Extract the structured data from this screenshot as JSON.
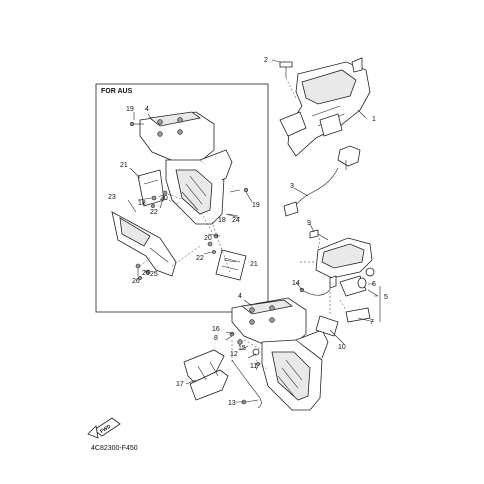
{
  "inset": {
    "title": "FOR AUS"
  },
  "diagram_code": "4C82300-F450",
  "fwd_label": "FWD",
  "callouts": {
    "c1": "1",
    "c2": "2",
    "c3": "3",
    "c4a": "4",
    "c4b": "4",
    "c5": "5",
    "c6": "6",
    "c7": "7",
    "c8": "8",
    "c9": "9",
    "c10": "10",
    "c11": "11",
    "c12": "12",
    "c13": "13",
    "c14": "14",
    "c15": "15",
    "c16": "16",
    "c17": "17",
    "c18": "18",
    "c18b": "18",
    "c19a": "19",
    "c19b": "19",
    "c20a": "20",
    "c20b": "20",
    "c21a": "21",
    "c21b": "21",
    "c22a": "22",
    "c22b": "22",
    "c23": "23",
    "c24": "24",
    "c25": "25",
    "c26a": "26",
    "c26b": "26"
  }
}
